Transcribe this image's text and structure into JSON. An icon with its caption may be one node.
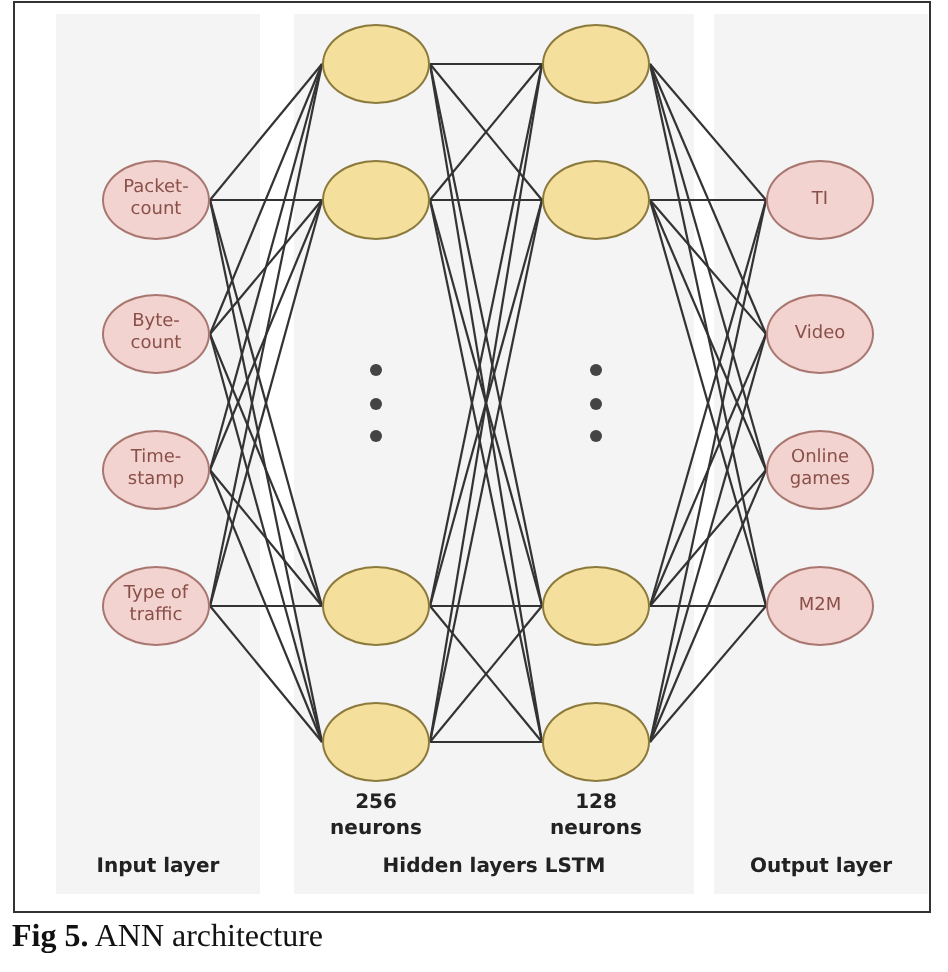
{
  "diagram": {
    "caption": "**Fig 5.** ANN architecture",
    "nodes": [
      {
        "text": [
          "Input layer"
        ]
      },
      {
        "text": [
          "Packet-count"
        ],
        "in": 0
      },
      {
        "text": [
          "Byte-count"
        ],
        "in": 0
      },
      {
        "text": [
          "Time-stamp"
        ],
        "in": 0
      },
      {
        "text": [
          "Type of traffic"
        ],
        "in": 0
      },
      {
        "text": [
          "Hidden layers LSTM"
        ]
      },
      {
        "text": [],
        "shape": "circle",
        "in": 5
      },
      {
        "text": [],
        "shape": "circle",
        "in": 5
      },
      {
        "text": [],
        "shape": "circle",
        "in": 5
      },
      {
        "text": [],
        "shape": "circle",
        "in": 5
      },
      {
        "text": [],
        "shape": "circle",
        "in": 5
      },
      {
        "text": [],
        "shape": "circle",
        "in": 5
      },
      {
        "text": [],
        "shape": "circle",
        "in": 5
      },
      {
        "text": [],
        "shape": "circle",
        "in": 5
      },
      {
        "text": [
          "Output layer"
        ]
      },
      {
        "text": [
          "TI"
        ],
        "in": 14
      },
      {
        "text": [
          "Video"
        ],
        "in": 14
      },
      {
        "text": [
          "Online games"
        ],
        "in": 14
      },
      {
        "text": [
          "M2M"
        ],
        "in": 14
      }
    ],
    "edges": [
      {
        "from": 1,
        "to": 6,
        "arrow": "none"
      },
      {
        "from": 1,
        "to": 7,
        "arrow": "none"
      },
      {
        "from": 1,
        "to": 8,
        "arrow": "none"
      },
      {
        "from": 1,
        "to": 9,
        "arrow": "none"
      },
      {
        "from": 2,
        "to": 6,
        "arrow": "none"
      },
      {
        "from": 2,
        "to": 7,
        "arrow": "none"
      },
      {
        "from": 2,
        "to": 8,
        "arrow": "none"
      },
      {
        "from": 2,
        "to": 9,
        "arrow": "none"
      },
      {
        "from": 3,
        "to": 6,
        "arrow": "none"
      },
      {
        "from": 3,
        "to": 7,
        "arrow": "none"
      },
      {
        "from": 3,
        "to": 8,
        "arrow": "none"
      },
      {
        "from": 3,
        "to": 9,
        "arrow": "none"
      },
      {
        "from": 4,
        "to": 6,
        "arrow": "none"
      },
      {
        "from": 4,
        "to": 7,
        "arrow": "none"
      },
      {
        "from": 4,
        "to": 8,
        "arrow": "none"
      },
      {
        "from": 4,
        "to": 9,
        "arrow": "none"
      },
      {
        "from": 6,
        "to": 10,
        "arrow": "none"
      },
      {
        "from": 6,
        "to": 11,
        "arrow": "none"
      },
      {
        "from": 6,
        "to": 12,
        "arrow": "none"
      },
      {
        "from": 6,
        "to": 13,
        "arrow": "none"
      },
      {
        "from": 7,
        "to": 10,
        "arrow": "none"
      },
      {
        "from": 7,
        "to": 11,
        "arrow": "none"
      },
      {
        "from": 7,
        "to": 12,
        "arrow": "none"
      },
      {
        "from": 7,
        "to": 13,
        "arrow": "none"
      },
      {
        "from": 8,
        "to": 10,
        "arrow": "none"
      },
      {
        "from": 8,
        "to": 11,
        "arrow": "none"
      },
      {
        "from": 8,
        "to": 12,
        "arrow": "none"
      },
      {
        "from": 8,
        "to": 13,
        "arrow": "none"
      },
      {
        "from": 9,
        "to": 10,
        "arrow": "none"
      },
      {
        "from": 9,
        "to": 11,
        "arrow": "none"
      },
      {
        "from": 9,
        "to": 12,
        "arrow": "none"
      },
      {
        "from": 9,
        "to": 13,
        "arrow": "none"
      },
      {
        "from": 10,
        "to": 15,
        "arrow": "none"
      },
      {
        "from": 10,
        "to": 16,
        "arrow": "none"
      },
      {
        "from": 10,
        "to": 17,
        "arrow": "none"
      },
      {
        "from": 10,
        "to": 18,
        "arrow": "none"
      },
      {
        "from": 11,
        "to": 15,
        "arrow": "none"
      },
      {
        "from": 11,
        "to": 16,
        "arrow": "none"
      },
      {
        "from": 11,
        "to": 17,
        "arrow": "none"
      },
      {
        "from": 11,
        "to": 18,
        "arrow": "none"
      },
      {
        "from": 12,
        "to": 15,
        "arrow": "none"
      },
      {
        "from": 12,
        "to": 16,
        "arrow": "none"
      },
      {
        "from": 12,
        "to": 17,
        "arrow": "none"
      },
      {
        "from": 12,
        "to": 18,
        "arrow": "none"
      },
      {
        "from": 13,
        "to": 15,
        "arrow": "none"
      },
      {
        "from": 13,
        "to": 16,
        "arrow": "none"
      },
      {
        "from": 13,
        "to": 17,
        "arrow": "none"
      },
      {
        "from": 13,
        "to": 18,
        "arrow": "none"
      }
    ],
    "labels": [
      "256 neurons",
      "128 neurons"
    ]
  }
}
